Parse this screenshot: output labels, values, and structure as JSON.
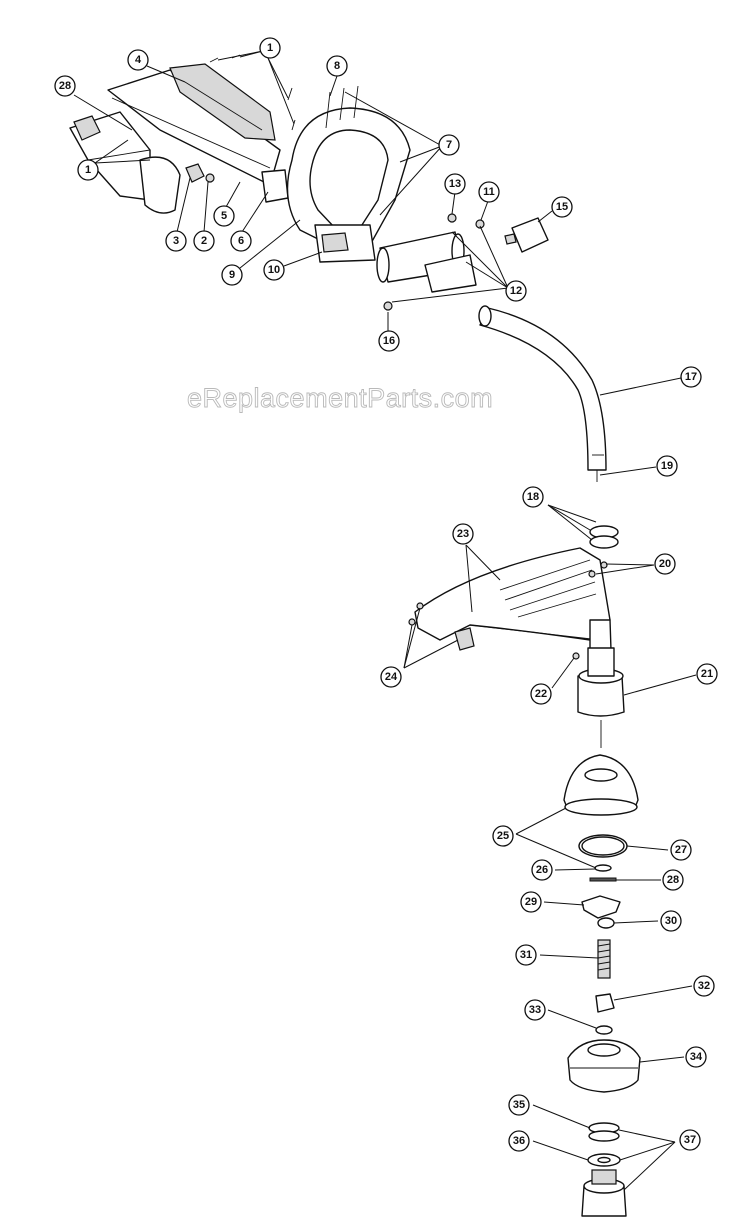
{
  "watermark": "eReplacementParts.com",
  "callouts": [
    {
      "id": "c1a",
      "label": "1"
    },
    {
      "id": "c1b",
      "label": "1"
    },
    {
      "id": "c2",
      "label": "2"
    },
    {
      "id": "c3",
      "label": "3"
    },
    {
      "id": "c4",
      "label": "4"
    },
    {
      "id": "c5",
      "label": "5"
    },
    {
      "id": "c6",
      "label": "6"
    },
    {
      "id": "c7",
      "label": "7"
    },
    {
      "id": "c8",
      "label": "8"
    },
    {
      "id": "c9",
      "label": "9"
    },
    {
      "id": "c10",
      "label": "10"
    },
    {
      "id": "c11",
      "label": "11"
    },
    {
      "id": "c12",
      "label": "12"
    },
    {
      "id": "c13",
      "label": "13"
    },
    {
      "id": "c15",
      "label": "15"
    },
    {
      "id": "c16",
      "label": "16"
    },
    {
      "id": "c17",
      "label": "17"
    },
    {
      "id": "c18",
      "label": "18"
    },
    {
      "id": "c19",
      "label": "19"
    },
    {
      "id": "c20",
      "label": "20"
    },
    {
      "id": "c21",
      "label": "21"
    },
    {
      "id": "c22",
      "label": "22"
    },
    {
      "id": "c23",
      "label": "23"
    },
    {
      "id": "c24",
      "label": "24"
    },
    {
      "id": "c25",
      "label": "25"
    },
    {
      "id": "c26",
      "label": "26"
    },
    {
      "id": "c27",
      "label": "27"
    },
    {
      "id": "c28a",
      "label": "28"
    },
    {
      "id": "c28b",
      "label": "28"
    },
    {
      "id": "c29",
      "label": "29"
    },
    {
      "id": "c30",
      "label": "30"
    },
    {
      "id": "c31",
      "label": "31"
    },
    {
      "id": "c32",
      "label": "32"
    },
    {
      "id": "c33",
      "label": "33"
    },
    {
      "id": "c34",
      "label": "34"
    },
    {
      "id": "c35",
      "label": "35"
    },
    {
      "id": "c36",
      "label": "36"
    },
    {
      "id": "c37",
      "label": "37"
    }
  ]
}
